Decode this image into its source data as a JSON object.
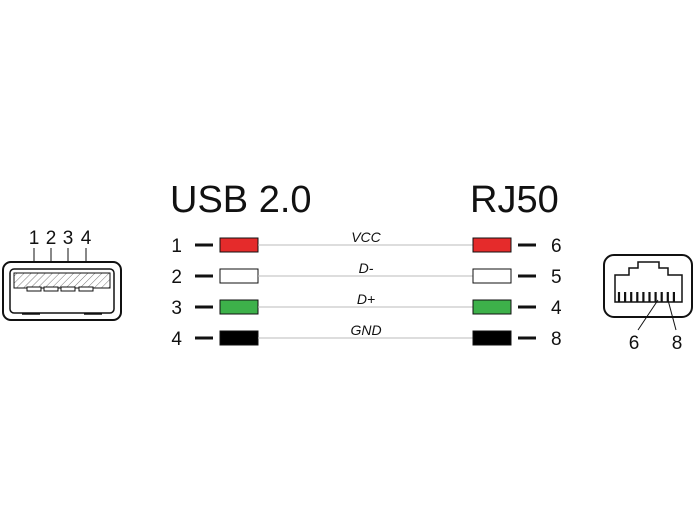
{
  "headers": {
    "left": "USB 2.0",
    "right": "RJ50"
  },
  "usb_connector": {
    "pin_labels": [
      "1",
      "2",
      "3",
      "4"
    ]
  },
  "rj50_connector": {
    "pin_labels": [
      "6",
      "8"
    ]
  },
  "wires": [
    {
      "left_pin": "1",
      "right_pin": "6",
      "signal": "VCC",
      "color": "#e52b2b"
    },
    {
      "left_pin": "2",
      "right_pin": "5",
      "signal": "D-",
      "color": "#ffffff"
    },
    {
      "left_pin": "3",
      "right_pin": "4",
      "signal": "D+",
      "color": "#3db14a"
    },
    {
      "left_pin": "4",
      "right_pin": "8",
      "signal": "GND",
      "color": "#000000"
    }
  ]
}
